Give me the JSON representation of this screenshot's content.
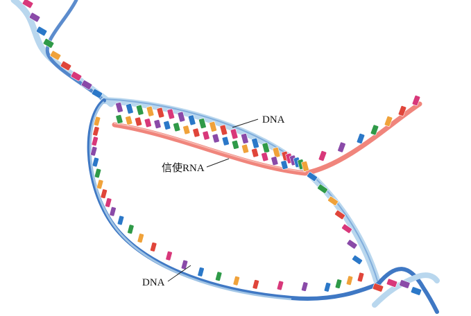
{
  "labels": {
    "dna_top": "DNA",
    "mrna": "信使RNA",
    "dna_bottom": "DNA"
  },
  "colors": {
    "background": "#ffffff",
    "dna_strand_light": "#b9d7ee",
    "dna_strand_dark": "#3f78c4",
    "mrna_strand": "#f0857c",
    "mrna_strand_light": "#f6b6ae",
    "base_pink": "#d8387a",
    "base_purple": "#8a4aa8",
    "base_blue": "#2b78c8",
    "base_green": "#2f9a48",
    "base_orange": "#f0a23a",
    "base_red": "#e0453a",
    "leader_line": "#222222"
  },
  "icons": {
    "bases": "nucleotide-base-icon"
  }
}
